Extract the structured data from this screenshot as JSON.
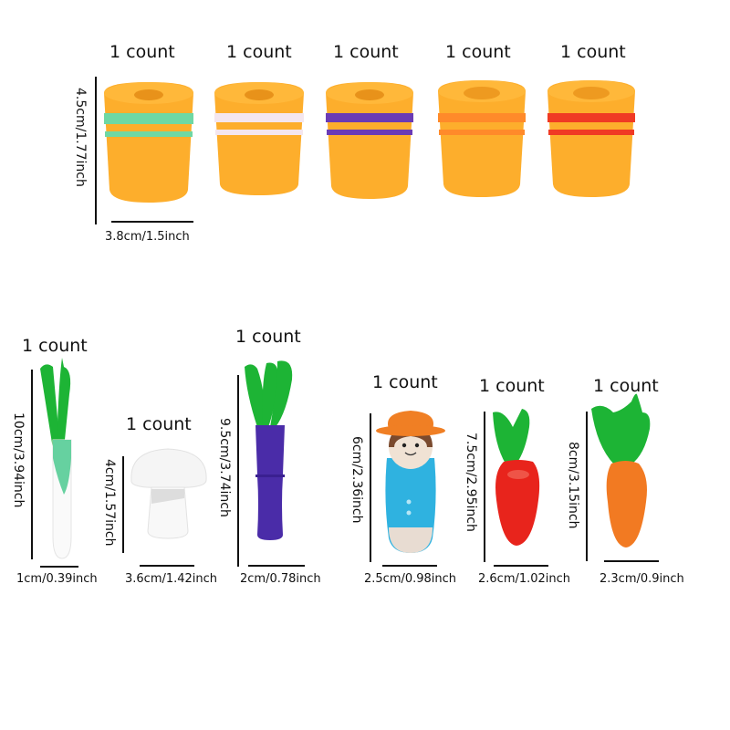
{
  "colors": {
    "cup_body": "#FDAE2C",
    "stripe_mint": "#6ED8A4",
    "stripe_white": "#F4E6EE",
    "stripe_purple": "#6A3BB5",
    "stripe_orange": "#FF8A2A",
    "stripe_red": "#F03A24",
    "leaf_green": "#1DB435",
    "leek_mint": "#66D1A0",
    "eggplant_purple": "#4A2CA8",
    "figure_blue": "#2FB2E0",
    "figure_hat": "#F07F24",
    "carrot_red": "#E8241C",
    "carrot_orange": "#F27A22"
  },
  "cups": {
    "items": [
      {
        "count": "1 count",
        "stripe": "mint"
      },
      {
        "count": "1 count",
        "stripe": "white"
      },
      {
        "count": "1 count",
        "stripe": "purple"
      },
      {
        "count": "1 count",
        "stripe": "orange"
      },
      {
        "count": "1 count",
        "stripe": "red"
      }
    ],
    "height_label": "4.5cm/1.77inch",
    "width_label": "3.8cm/1.5inch"
  },
  "pieces": [
    {
      "name": "leek",
      "count": "1 count",
      "height_label": "10cm/3.94inch",
      "width_label": "1cm/0.39inch"
    },
    {
      "name": "mushroom",
      "count": "1 count",
      "height_label": "4cm/1.57inch",
      "width_label": "3.6cm/1.42inch"
    },
    {
      "name": "eggplant",
      "count": "1 count",
      "height_label": "9.5cm/3.74inch",
      "width_label": "2cm/0.78inch"
    },
    {
      "name": "figure",
      "count": "1 count",
      "height_label": "6cm/2.36inch",
      "width_label": "2.5cm/0.98inch"
    },
    {
      "name": "red-carrot",
      "count": "1 count",
      "height_label": "7.5cm/2.95inch",
      "width_label": "2.6cm/1.02inch"
    },
    {
      "name": "orange-carrot",
      "count": "1 count",
      "height_label": "8cm/3.15inch",
      "width_label": "2.3cm/0.9inch"
    }
  ]
}
